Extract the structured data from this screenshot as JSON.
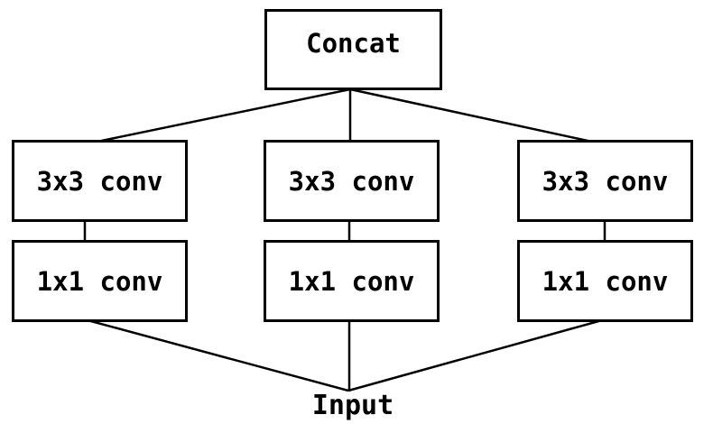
{
  "diagram": {
    "output_node": {
      "label": "Concat"
    },
    "branches": [
      {
        "top_label": "3x3 conv",
        "bottom_label": "1x1 conv"
      },
      {
        "top_label": "3x3 conv",
        "bottom_label": "1x1 conv"
      },
      {
        "top_label": "3x3 conv",
        "bottom_label": "1x1 conv"
      }
    ],
    "input_label": "Input",
    "colors": {
      "line": "#000000",
      "box_border": "#000000",
      "box_fill": "#ffffff",
      "text": "#000000",
      "background": "#ffffff"
    }
  }
}
